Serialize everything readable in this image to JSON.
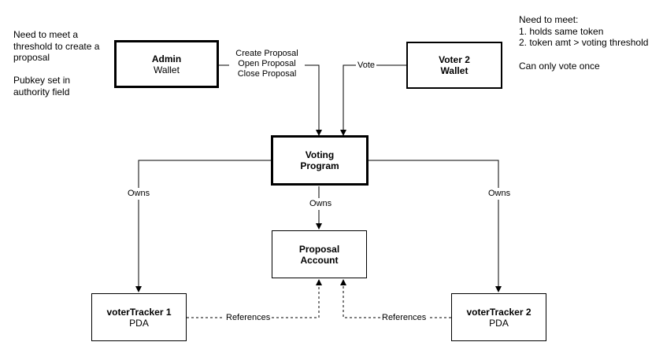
{
  "nodes": {
    "admin_wallet": {
      "title": "Admin",
      "subtitle": "Wallet"
    },
    "voter2_wallet": {
      "title": "Voter 2",
      "subtitle": "Wallet"
    },
    "voting_program": {
      "line1": "Voting",
      "line2": "Program"
    },
    "proposal_account": {
      "line1": "Proposal",
      "line2": "Account"
    },
    "voter_tracker_1": {
      "title": "voterTracker 1",
      "subtitle": "PDA"
    },
    "voter_tracker_2": {
      "title": "voterTracker 2",
      "subtitle": "PDA"
    }
  },
  "notes": {
    "admin_requirements": [
      "Need to meet a",
      "threshold to create a",
      "proposal"
    ],
    "admin_pubkey": [
      "Pubkey set in",
      "authority field"
    ],
    "voter_requirements": [
      "Need to meet:",
      "1. holds same token",
      "2. token amt > voting threshold"
    ],
    "vote_once": "Can only vote once"
  },
  "edges": {
    "admin_actions": [
      "Create Proposal",
      "Open Proposal",
      "Close Proposal"
    ],
    "vote": "Vote",
    "owns_left": "Owns",
    "owns_center": "Owns",
    "owns_right": "Owns",
    "references_left": "References",
    "references_right": "References"
  }
}
